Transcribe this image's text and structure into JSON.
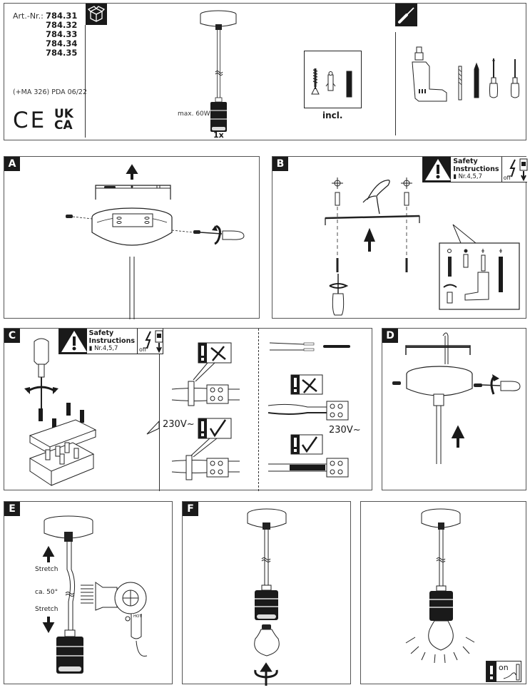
{
  "header": {
    "article_label": "Art.-Nr.:",
    "article_numbers": [
      "784.31",
      "784.32",
      "784.33",
      "784.34",
      "784.35"
    ],
    "pda_code": "(+MA 326) PDA 06/22",
    "ce_mark": "CE",
    "ukca_mark": [
      "UK",
      "CA"
    ]
  },
  "package_contents": {
    "icon": "package-box-icon",
    "max_wattage": "max. 60W",
    "quantity": "1x",
    "included_label": "incl."
  },
  "tools": {
    "icon": "screwdriver-icon",
    "items": [
      "drill-icon",
      "drill-bit-icon",
      "pencil-icon",
      "phillips-screwdriver-icon",
      "flat-screwdriver-icon"
    ]
  },
  "steps": {
    "A": {
      "label": "A"
    },
    "B": {
      "label": "B",
      "safety_title": [
        "Safety",
        "Instructions"
      ],
      "safety_ref": "Nr.4,5,7",
      "off_label": "off"
    },
    "C": {
      "label": "C",
      "safety_title": [
        "Safety",
        "Instructions"
      ],
      "safety_ref": "Nr.4,5,7",
      "off_label": "off",
      "voltage_left": "230V~",
      "voltage_right": "230V~"
    },
    "D": {
      "label": "D"
    },
    "E": {
      "label": "E",
      "stretch_top": "Stretch",
      "temperature": "ca. 50°",
      "stretch_bottom": "Stretch",
      "dryer_label": "HOT"
    },
    "F": {
      "label": "F"
    },
    "G": {
      "on_label": "on"
    }
  }
}
